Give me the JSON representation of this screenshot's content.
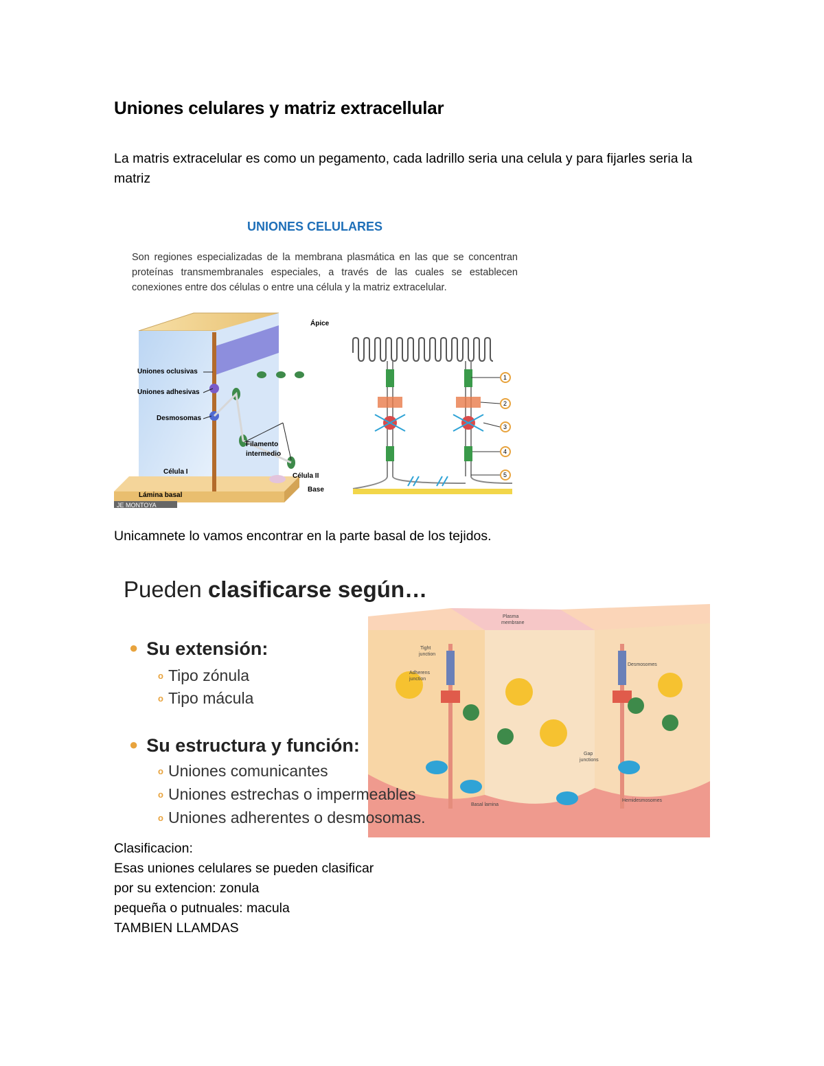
{
  "document": {
    "title": "Uniones celulares y matriz extracellular",
    "paragraph_1": "La matris extracelular es como un pegamento, cada ladrillo seria una celula y para fijarles seria la matriz",
    "paragraph_2": "Unicamnete lo vamos encontrar en la parte basal de los tejidos.",
    "closing_lines": [
      "Clasificacion:",
      "Esas uniones celulares se pueden clasificar",
      "por su extencion: zonula",
      "pequeña o putnuales: macula",
      "TAMBIEN LLAMDAS"
    ]
  },
  "figure_1": {
    "heading": "UNIONES CELULARES",
    "description": "Son regiones especializadas de la membrana plasmática en las que se concentran proteínas transmembranales especiales, a través de las cuales se establecen conexiones entre dos células o entre una célula y la matriz extracelular.",
    "labels": {
      "apex": "Ápice",
      "occluding": "Uniones oclusivas",
      "adherens": "Uniones adhesivas",
      "desmosomes": "Desmosomas",
      "filament_line1": "Filamento",
      "filament_line2": "intermedio",
      "cell_1": "Célula I",
      "cell_2": "Célula II",
      "basal_lamina": "Lámina basal",
      "base": "Base",
      "credit": "JE MONTOYA"
    },
    "numbers": [
      "1",
      "2",
      "3",
      "4",
      "5"
    ],
    "colors": {
      "heading": "#1e6fb8"
    }
  },
  "figure_2": {
    "heading_plain": "Pueden ",
    "heading_bold": "clasificarse según…",
    "categories": [
      {
        "label": "Su extensión:",
        "items": [
          "Tipo zónula",
          "Tipo mácula"
        ]
      },
      {
        "label": "Su estructura y función:",
        "items": [
          "Uniones comunicantes",
          "Uniones estrechas o impermeables",
          "Uniones adherentes o desmosomas."
        ]
      }
    ],
    "labels": {
      "plasma_membrane_1": "Plasma",
      "plasma_membrane_2": "membrane",
      "tight_1": "Tight",
      "tight_2": "junction",
      "adherens_1": "Adherens",
      "adherens_2": "junction",
      "desmosomes": "Desmosomes",
      "gap_1": "Gap",
      "gap_2": "junctions",
      "basal_lamina": "Basal lamina",
      "hemidesmosomes": "Hemidesmosomes"
    },
    "colors": {
      "bullet": "#e8a33d"
    }
  }
}
